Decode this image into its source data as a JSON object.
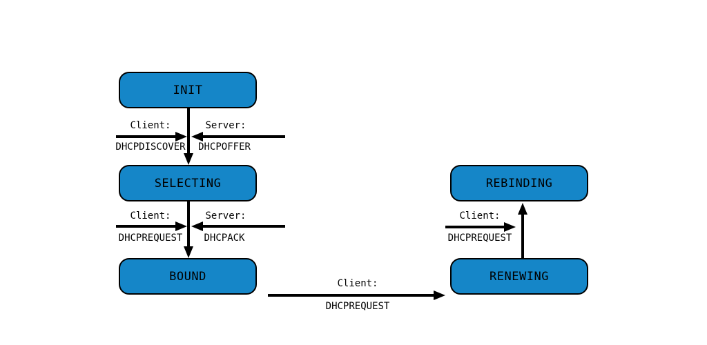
{
  "diagram": {
    "states": [
      {
        "id": "init",
        "label": "INIT"
      },
      {
        "id": "selecting",
        "label": "SELECTING"
      },
      {
        "id": "bound",
        "label": "BOUND"
      },
      {
        "id": "rebinding",
        "label": "REBINDING"
      },
      {
        "id": "renewing",
        "label": "RENEWING"
      }
    ],
    "transitions": [
      {
        "from": "INIT",
        "to": "SELECTING",
        "client_label": "Client:",
        "client_message": "DHCPDISCOVER",
        "server_label": "Server:",
        "server_message": "DHCPOFFER"
      },
      {
        "from": "SELECTING",
        "to": "BOUND",
        "client_label": "Client:",
        "client_message": "DHCPREQUEST",
        "server_label": "Server:",
        "server_message": "DHCPACK"
      },
      {
        "from": "BOUND",
        "to": "RENEWING",
        "client_label": "Client:",
        "client_message": "DHCPREQUEST"
      },
      {
        "from": "RENEWING",
        "to": "REBINDING",
        "client_label": "Client:",
        "client_message": "DHCPREQUEST"
      }
    ],
    "colors": {
      "state_fill": "#1586c8",
      "state_border": "#000000",
      "arrow": "#000000",
      "background": "#ffffff"
    }
  }
}
